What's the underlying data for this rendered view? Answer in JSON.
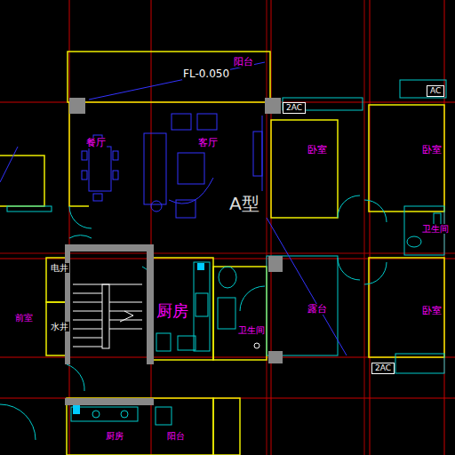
{
  "diagram": {
    "nodes": [
      {
        "text": [
          "2AC"
        ]
      },
      {
        "text": [
          "AC"
        ]
      },
      {
        "text": [
          "2AC"
        ]
      }
    ],
    "labels": [
      "阳台",
      "FL-0.050",
      "餐厅",
      "客厅",
      "卧室",
      "卧室",
      "A型",
      "卫生间",
      "电井",
      "水井",
      "前室",
      "厨房",
      "卫生间",
      "露台",
      "卧室",
      "厨房",
      "阳台"
    ]
  }
}
